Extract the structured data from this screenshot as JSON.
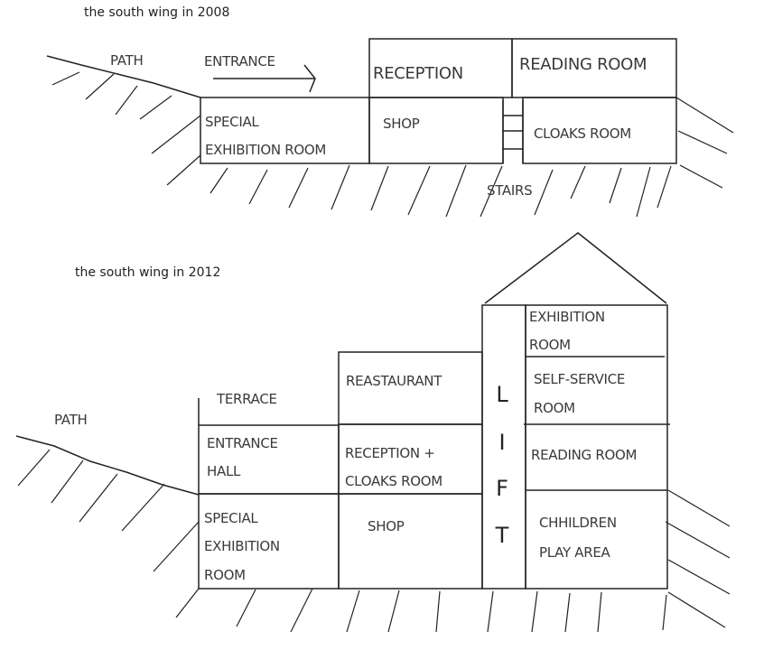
{
  "diagrams": [
    {
      "title": "the south wing in 2008",
      "labels": {
        "path": "PATH",
        "entrance": "ENTRANCE",
        "reception": "RECEPTION",
        "reading_room": "READING ROOM",
        "special_exhibition_line1": "SPECIAL",
        "special_exhibition_line2": "EXHIBITION ROOM",
        "shop": "SHOP",
        "cloaks_room": "CLOAKS ROOM",
        "stairs": "STAIRS"
      }
    },
    {
      "title": "the south wing in 2012",
      "labels": {
        "path": "PATH",
        "terrace": "TERRACE",
        "restaurant": "REASTAURANT",
        "entrance_hall_line1": "ENTRANCE",
        "entrance_hall_line2": "HALL",
        "reception_cloaks_line1": "RECEPTION +",
        "reception_cloaks_line2": "CLOAKS ROOM",
        "special_exhibition_line1": "SPECIAL",
        "special_exhibition_line2": "EXHIBITION",
        "special_exhibition_line3": "ROOM",
        "shop": "SHOP",
        "lift_letters": [
          "L",
          "I",
          "F",
          "T"
        ],
        "exhibition_room_line1": "EXHIBITION",
        "exhibition_room_line2": "ROOM",
        "self_service_line1": "SELF-SERVICE",
        "self_service_line2": "ROOM",
        "reading_room": "READING ROOM",
        "children_play_line1": "CHHILDREN",
        "children_play_line2": "PLAY AREA"
      }
    }
  ]
}
